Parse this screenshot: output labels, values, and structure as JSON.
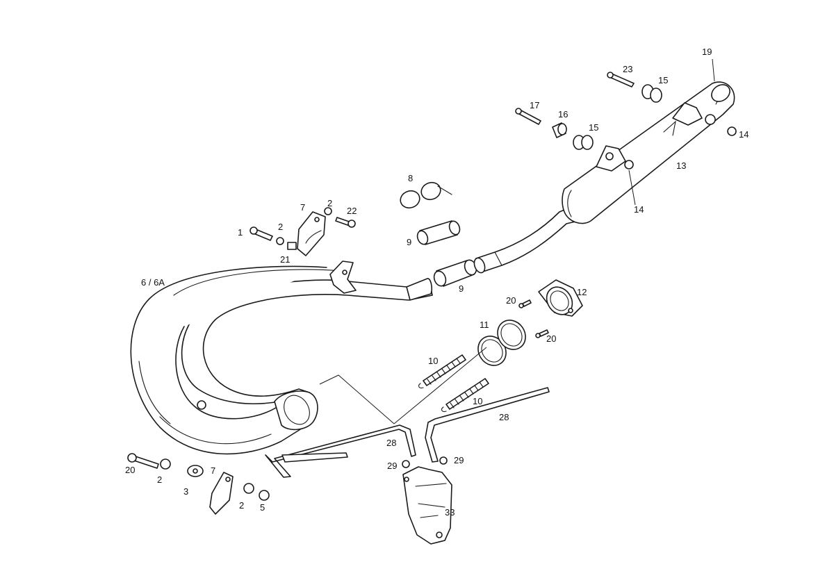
{
  "callouts": {
    "c1": "1",
    "c2a": "2",
    "c2b": "2",
    "c2c": "2",
    "c2d": "2",
    "c3": "3",
    "c5": "5",
    "c6": "6 / 6A",
    "c7a": "7",
    "c7b": "7",
    "c8": "8",
    "c9a": "9",
    "c9b": "9",
    "c10a": "10",
    "c10b": "10",
    "c11": "11",
    "c12": "12",
    "c13": "13",
    "c14a": "14",
    "c14b": "14",
    "c15a": "15",
    "c15b": "15",
    "c16": "16",
    "c17": "17",
    "c19": "19",
    "c20a": "20",
    "c20b": "20",
    "c20c": "20",
    "c21": "21",
    "c22": "22",
    "c23": "23",
    "c28a": "28",
    "c28b": "28",
    "c29a": "29",
    "c29b": "29",
    "c33": "33"
  }
}
